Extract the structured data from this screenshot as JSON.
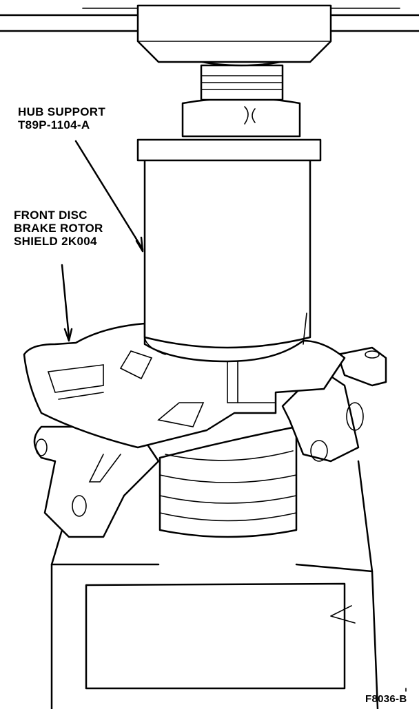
{
  "labels": {
    "hub_support": [
      "HUB SUPPORT",
      "T89P-1104-A"
    ],
    "shield": [
      "FRONT DISC",
      "BRAKE ROTOR",
      "SHIELD 2K004"
    ],
    "figure_id": "F8036-B"
  }
}
